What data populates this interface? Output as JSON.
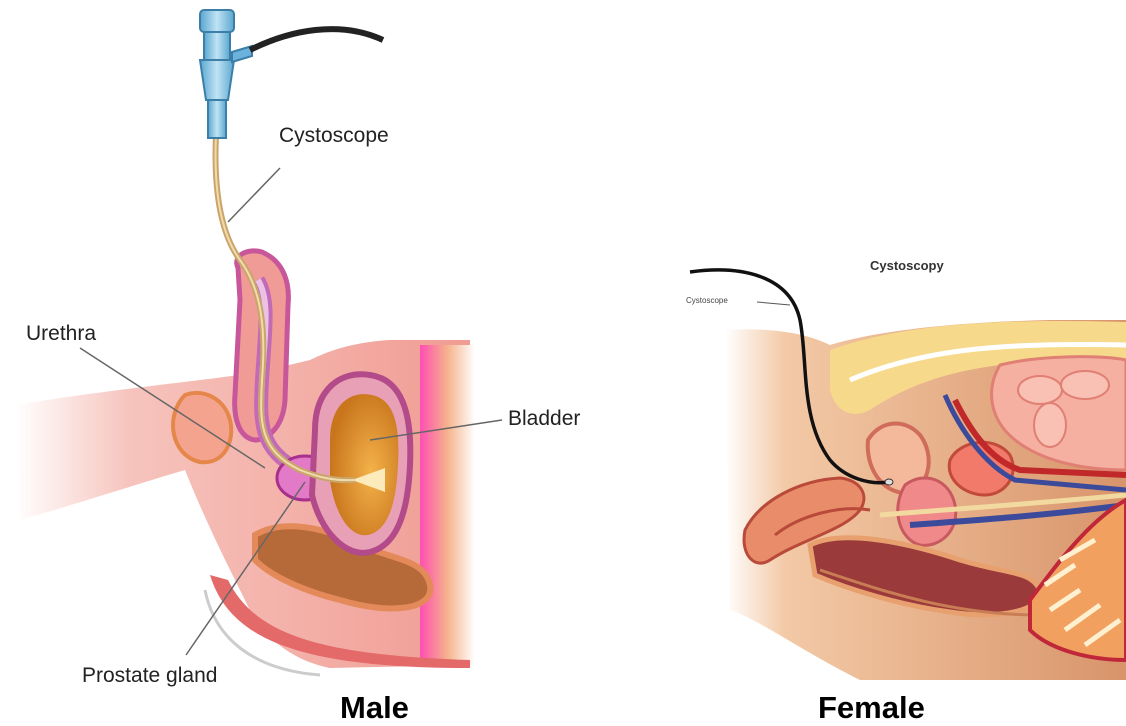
{
  "male": {
    "caption": "Male",
    "labels": {
      "cystoscope": "Cystoscope",
      "urethra": "Urethra",
      "bladder": "Bladder",
      "prostate": "Prostate gland"
    }
  },
  "female": {
    "caption": "Female",
    "title": "Cystoscopy",
    "labels": {
      "cystoscope": "Cystoscope"
    }
  },
  "colors": {
    "skin": "#f2a59c",
    "skin_dark": "#e98b84",
    "bladder": "#d88b2e",
    "urethra_tube": "#d18bc6",
    "instrument": "#8ec7e6",
    "fat": "#f6d98a"
  }
}
